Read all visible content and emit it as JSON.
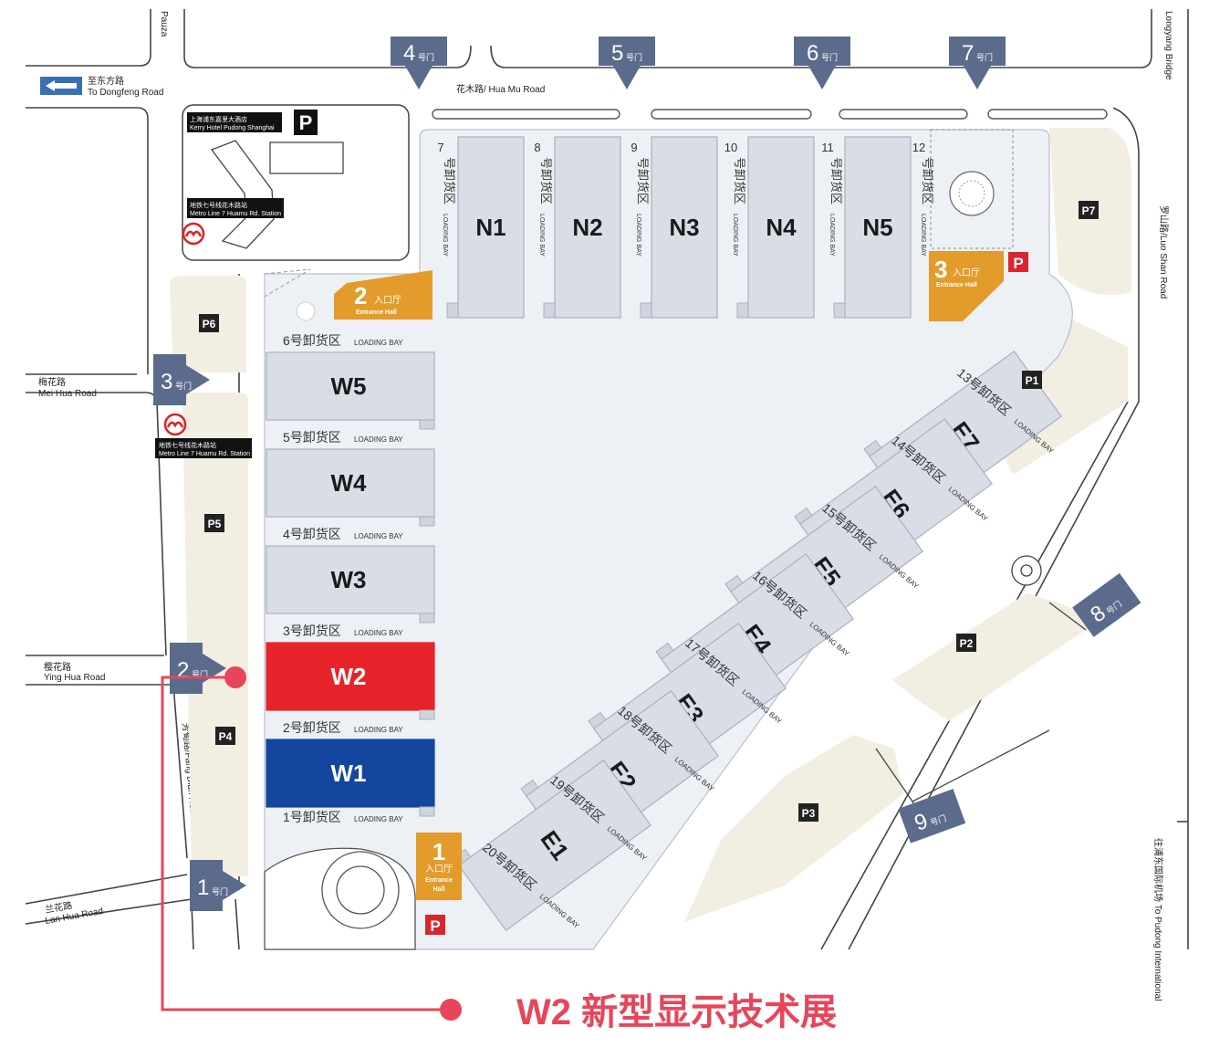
{
  "caption": "W2 新型显示技术展",
  "roads": {
    "top_left": "Pauza",
    "dongfeng_cn": "至东方路",
    "dongfeng_en": "To Dongfeng Road",
    "huamu": "花木路/ Hua Mu Road",
    "meihua_cn": "梅花路",
    "meihua_en": "Mei Hua Road",
    "yinghua_cn": "樱花路",
    "yinghua_en": "Ying Hua Road",
    "fangdian": "芳甸路/Fang Dian Road",
    "lanhua_cn": "兰花路",
    "lanhua_en": "Lan Hua Road",
    "luoshan": "罗山路/Luo Shan Road",
    "bridge": "Longyang Bridge",
    "airport": "往浦东国际机场 To Pudong International"
  },
  "landmarks": {
    "hotel_cn": "上海浦东嘉里大酒店",
    "hotel_en": "Kerry Hotel Pudong Shanghai",
    "metro_top_cn": "地铁七号线花木路站",
    "metro_top_en": "Metro Line 7 Huamu Rd. Station",
    "metro_side_cn": "地铁七号线花木路站",
    "metro_side_en": "Metro Line 7 Huamu Rd. Station",
    "parking_symbol": "P"
  },
  "gates": [
    {
      "num": "1",
      "sub": "号门"
    },
    {
      "num": "2",
      "sub": "号门"
    },
    {
      "num": "3",
      "sub": "号门"
    },
    {
      "num": "4",
      "sub": "号门"
    },
    {
      "num": "5",
      "sub": "号门"
    },
    {
      "num": "6",
      "sub": "号门"
    },
    {
      "num": "7",
      "sub": "号门"
    },
    {
      "num": "8",
      "sub": "号门"
    },
    {
      "num": "9",
      "sub": "号门"
    }
  ],
  "entrances": [
    {
      "num": "1",
      "cn": "入口厅",
      "en1": "Entrance",
      "en2": "Hall"
    },
    {
      "num": "2",
      "cn": "入口厅",
      "en1": "Entrance Hall"
    },
    {
      "num": "3",
      "cn": "入口厅",
      "en1": "Entrance Hall"
    }
  ],
  "parking": [
    "P1",
    "P2",
    "P3",
    "P4",
    "P5",
    "P6",
    "P7"
  ],
  "parking_marker": "P",
  "west_halls": [
    {
      "name": "W5"
    },
    {
      "name": "W4"
    },
    {
      "name": "W3"
    },
    {
      "name": "W2"
    },
    {
      "name": "W1"
    }
  ],
  "west_bays": [
    {
      "cn": "6号卸货区",
      "en": "LOADING BAY"
    },
    {
      "cn": "5号卸货区",
      "en": "LOADING BAY"
    },
    {
      "cn": "4号卸货区",
      "en": "LOADING BAY"
    },
    {
      "cn": "3号卸货区",
      "en": "LOADING BAY"
    },
    {
      "cn": "2号卸货区",
      "en": "LOADING BAY"
    },
    {
      "cn": "1号卸货区",
      "en": "LOADING BAY"
    }
  ],
  "north_halls": [
    {
      "name": "N1"
    },
    {
      "name": "N2"
    },
    {
      "name": "N3"
    },
    {
      "name": "N4"
    },
    {
      "name": "N5"
    }
  ],
  "north_bays": [
    {
      "num": "7",
      "cn": "号卸货区",
      "en": "LOADING BAY"
    },
    {
      "num": "8",
      "cn": "号卸货区",
      "en": "LOADING BAY"
    },
    {
      "num": "9",
      "cn": "号卸货区",
      "en": "LOADING BAY"
    },
    {
      "num": "10",
      "cn": "号卸货区",
      "en": "LOADING BAY"
    },
    {
      "num": "11",
      "cn": "号卸货区",
      "en": "LOADING BAY"
    },
    {
      "num": "12",
      "cn": "号卸货区",
      "en": "LOADING BAY"
    }
  ],
  "east_halls": [
    {
      "name": "E7"
    },
    {
      "name": "E6"
    },
    {
      "name": "E5"
    },
    {
      "name": "E4"
    },
    {
      "name": "E3"
    },
    {
      "name": "E2"
    },
    {
      "name": "E1"
    }
  ],
  "east_bays": [
    {
      "cn": "13号卸货区",
      "en": "LOADING BAY"
    },
    {
      "cn": "14号卸货区",
      "en": "LOADING BAY"
    },
    {
      "cn": "15号卸货区",
      "en": "LOADING BAY"
    },
    {
      "cn": "16号卸货区",
      "en": "LOADING BAY"
    },
    {
      "cn": "17号卸货区",
      "en": "LOADING BAY"
    },
    {
      "cn": "18号卸货区",
      "en": "LOADING BAY"
    },
    {
      "cn": "19号卸货区",
      "en": "LOADING BAY"
    },
    {
      "cn": "20号卸货区",
      "en": "LOADING BAY"
    }
  ],
  "colors": {
    "hall": "#d9dde6",
    "hall_edge": "#aab0bf",
    "ground": "#edf0f5",
    "green": "#f2efe2",
    "gate": "#5b6b8c",
    "entrance": "#e39b2b",
    "highlight_w2": "#e8222a",
    "highlight_w1": "#1446a0",
    "pointer": "#e8455a",
    "road": "#444444"
  }
}
